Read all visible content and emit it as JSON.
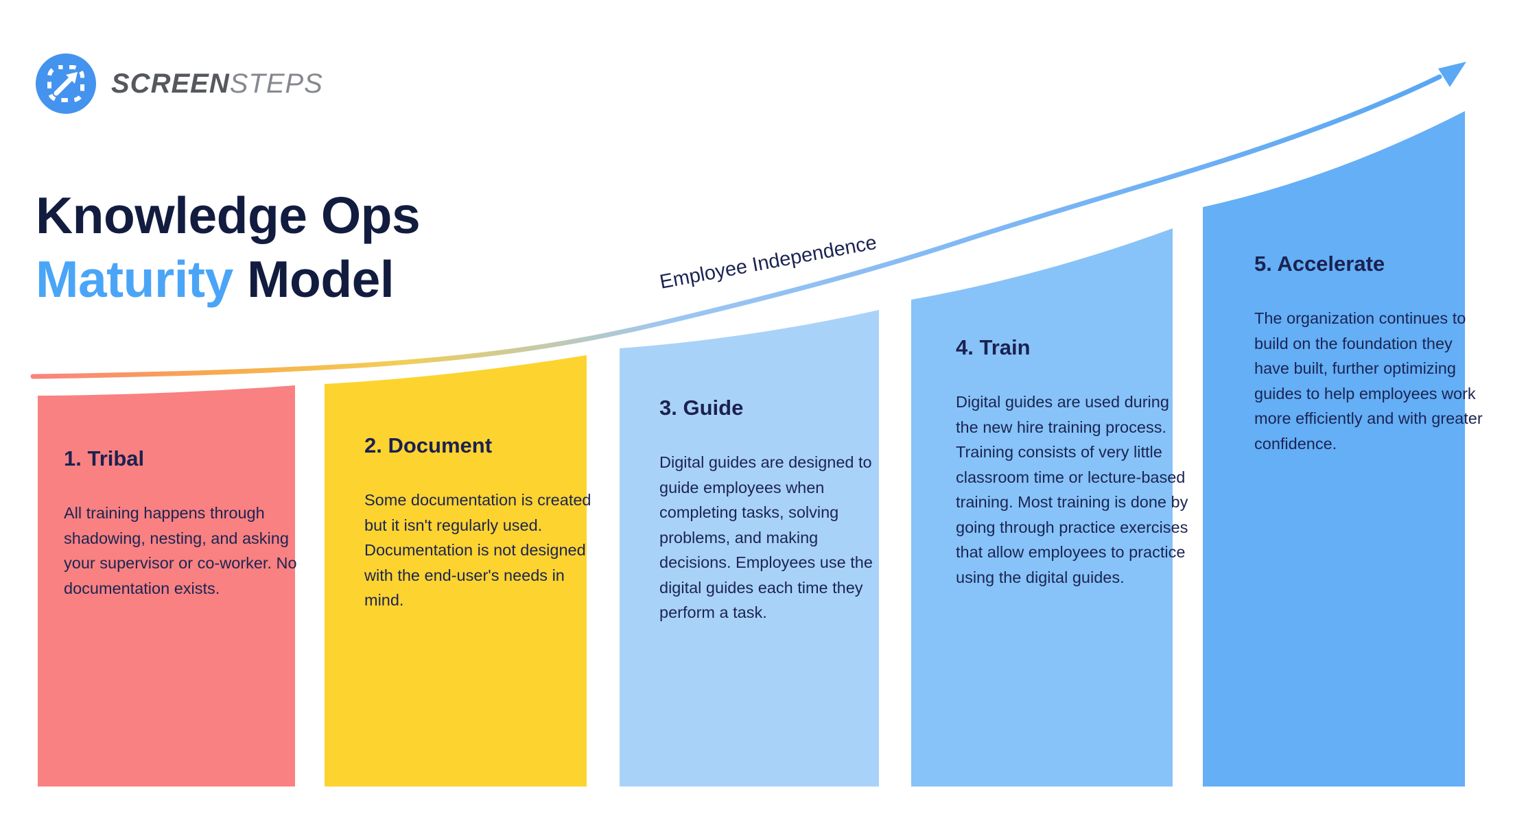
{
  "brand": {
    "logo_primary": "SCREEN",
    "logo_secondary": "STEPS"
  },
  "title": {
    "line1": "Knowledge Ops",
    "line2_highlight": "Maturity",
    "line2_rest": " Model"
  },
  "curve": {
    "label": "Employee Independence",
    "gradient": [
      "#F9827F",
      "#F8A94D",
      "#F2CE55",
      "#9EC6F2",
      "#79B5F4",
      "#58A6F3"
    ],
    "arrowhead_color": "#5BA8F4"
  },
  "colors": {
    "background": "#FFFFFF",
    "title_navy": "#111C3F",
    "title_blue": "#4AA5F7",
    "text_navy": "#1B2452",
    "logo_blue": "#4493EE",
    "logo_text_dark": "#55585C",
    "logo_text_light": "#85888C"
  },
  "stages": [
    {
      "label": "1. Tribal",
      "color": "#F98181",
      "description": "All training happens through shadowing, nesting, and asking your supervisor or co-worker. No documentation exists."
    },
    {
      "label": "2. Document",
      "color": "#FDD32F",
      "description": "Some documentation is created but it isn't regularly used. Documentation is not designed with the end-user's needs in mind."
    },
    {
      "label": "3. Guide",
      "color": "#A9D2F9",
      "description": "Digital guides are designed to guide employees when completing tasks, solving problems, and making decisions. Employees use the digital guides each time they perform a task."
    },
    {
      "label": "4. Train",
      "color": "#87C3F8",
      "description": "Digital guides are used during the new hire training process. Training consists of very little classroom time or lecture-based training. Most training is done by going through practice exercises that allow employees to practice using the digital guides."
    },
    {
      "label": "5. Accelerate",
      "color": "#64AFF6",
      "description": "The organization continues to build on the foundation they have built, further optimizing guides to help employees work more efficiently and with greater confidence."
    }
  ]
}
